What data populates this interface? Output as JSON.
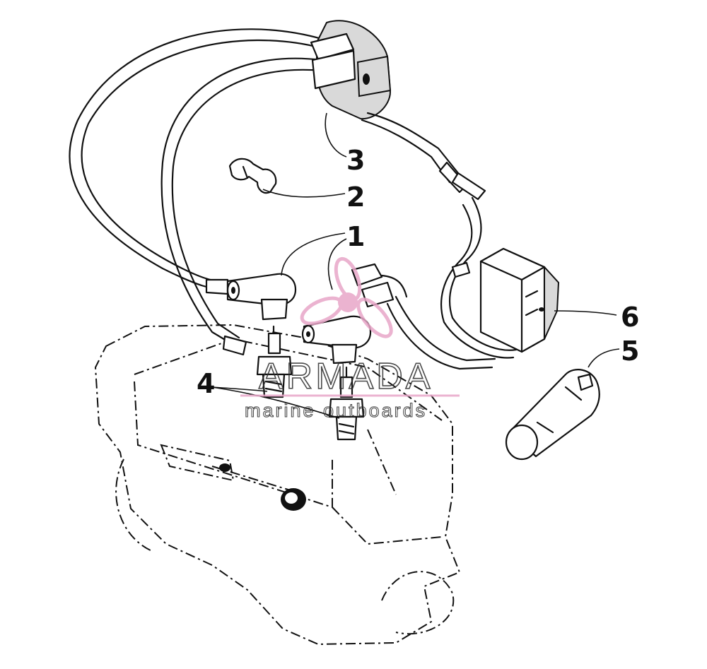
{
  "callouts": {
    "c1": "1",
    "c2": "2",
    "c3": "3",
    "c4": "4",
    "c5": "5",
    "c6": "6"
  },
  "watermark": {
    "brand": "ARMADA",
    "tagline": "marine outboards",
    "accent_color": "#e8a6c8"
  }
}
